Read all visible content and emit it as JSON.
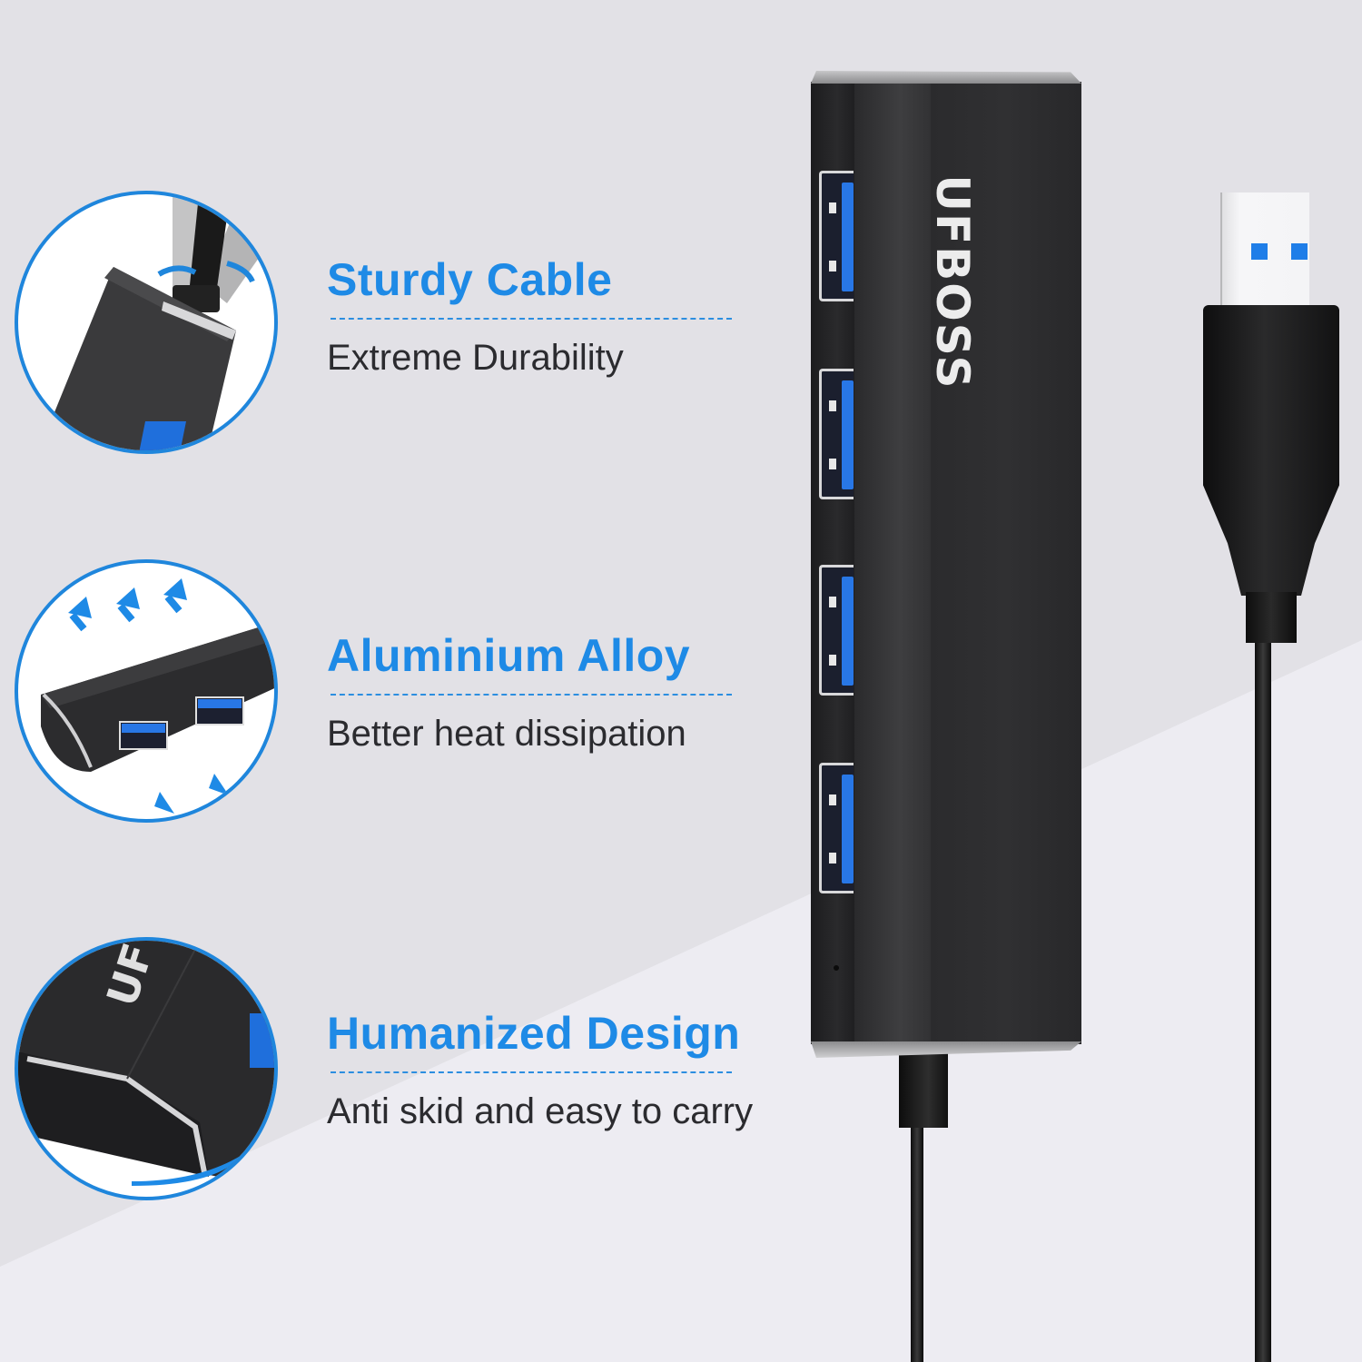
{
  "product": {
    "brand": "UFBOSS",
    "port_count": 4
  },
  "features": [
    {
      "title": "Sturdy Cable",
      "subtitle": "Extreme Durability",
      "icon": "rotating-cable-icon"
    },
    {
      "title": "Aluminium Alloy",
      "subtitle": "Better heat dissipation",
      "icon": "heat-arrows-icon"
    },
    {
      "title": "Humanized Design",
      "subtitle": "Anti skid and easy to carry",
      "icon": "curved-arrow-icon"
    }
  ],
  "colors": {
    "accent": "#1e8ae6",
    "text": "#2b2b2f",
    "background": "#e2e1e6",
    "background_light": "#edecf2",
    "port_blue": "#2877e6"
  }
}
